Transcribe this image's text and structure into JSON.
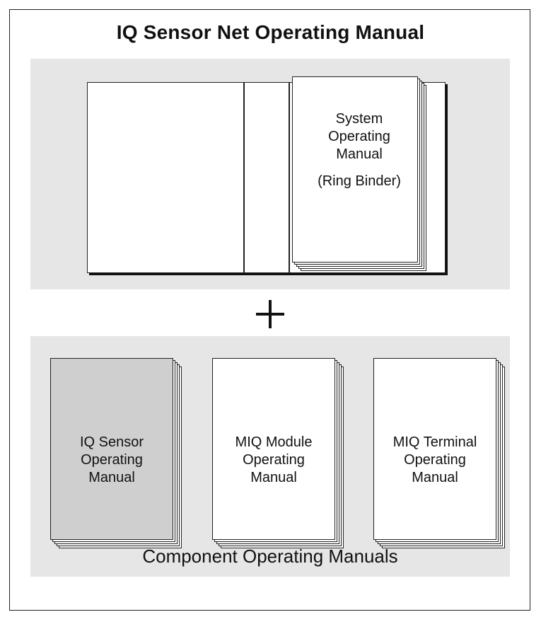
{
  "page": {
    "title": "IQ Sensor Net Operating Manual"
  },
  "top_panel": {
    "binder_label_lines": [
      "System",
      "Operating",
      "Manual",
      "(Ring Binder)"
    ]
  },
  "bottom_panel": {
    "manuals": [
      {
        "lines": [
          "IQ Sensor",
          "Operating",
          "Manual"
        ],
        "fill": "#cfcfcf"
      },
      {
        "lines": [
          "MIQ Module",
          "Operating",
          "Manual"
        ],
        "fill": "#ffffff"
      },
      {
        "lines": [
          "MIQ Terminal",
          "Operating",
          "Manual"
        ],
        "fill": "#ffffff"
      }
    ],
    "caption": "Component Operating Manuals"
  }
}
